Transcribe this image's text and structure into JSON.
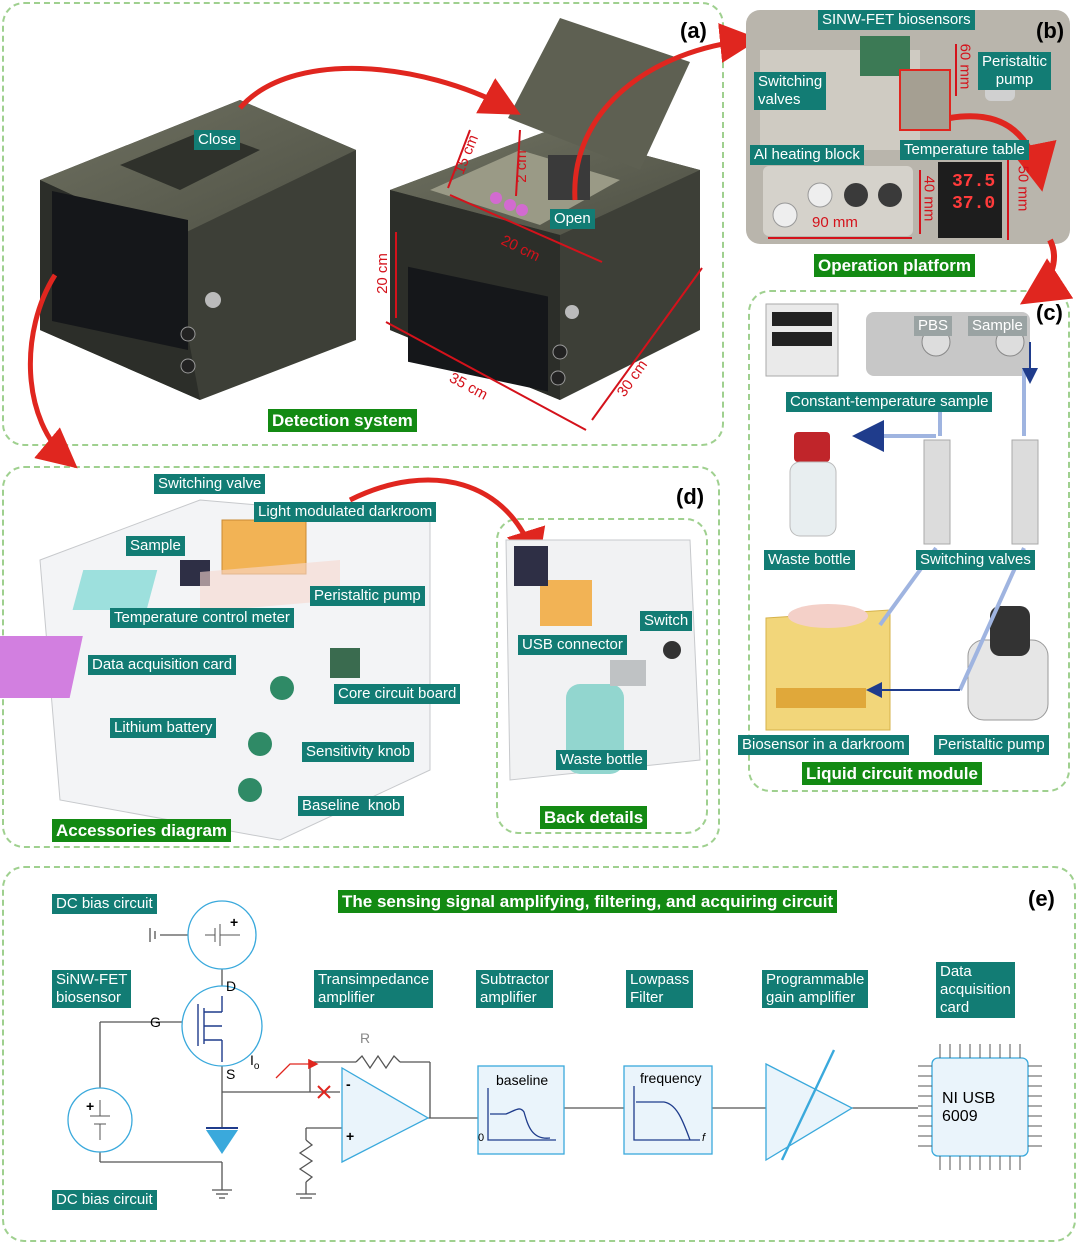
{
  "panels": {
    "a": {
      "tag": "(a)",
      "title": "Detection system",
      "close": "Close",
      "open": "Open",
      "dims": [
        "15 cm",
        "2 cm",
        "20 cm",
        "20 cm",
        "35 cm",
        "30 cm"
      ]
    },
    "b": {
      "tag": "(b)",
      "title": "Operation platform",
      "labels": [
        "SINW-FET biosensors",
        "Peristaltic pump",
        "Switching valves",
        "Al heating block",
        "Temperature table"
      ],
      "dims": [
        "60 mm",
        "40 mm",
        "90 mm",
        "50 mm"
      ],
      "display": [
        "37.5",
        "37.0"
      ]
    },
    "c": {
      "tag": "(c)",
      "title": "Liquid circuit module",
      "labels": [
        "PBS",
        "Sample",
        "Constant-temperature sample",
        "Waste bottle",
        "Switching valves",
        "Biosensor in a darkroom",
        "Peristaltic pump"
      ]
    },
    "d": {
      "tag": "(d)",
      "title": "Accessories diagram",
      "labels": [
        "Switching valve",
        "Light modulated darkroom",
        "Sample",
        "Peristaltic pump",
        "Temperature control meter",
        "Data acquisition card",
        "Core circuit board",
        "Lithium battery",
        "Sensitivity knob",
        "Baseline  knob"
      ],
      "back_title": "Back details",
      "back_labels": [
        "Switch",
        "USB connector",
        "Waste bottle"
      ]
    },
    "e": {
      "tag": "(e)",
      "title": "The sensing signal amplifying, filtering, and acquiring circuit",
      "labels": {
        "dc_top": "DC bias circuit",
        "sinw": "SiNW-FET\nbiosensor",
        "tia": "Transimpedance\namplifier",
        "sub": "Subtractor\namplifier",
        "lp": "Lowpass\nFilter",
        "pga": "Programmable\ngain amplifier",
        "daq": "Data\nacquisition\ncard",
        "dc_bottom": "DC bias circuit"
      },
      "pins": {
        "g": "G",
        "d": "D",
        "s": "S",
        "io": "I",
        "io_sub": "o",
        "r": "R",
        "minus": "-",
        "plus": "+",
        "zero": "0",
        "f": "f"
      },
      "plots": {
        "baseline": "baseline",
        "frequency": "frequency"
      },
      "chip": "NI USB\n6009"
    }
  },
  "colors": {
    "label_bg": "#127c74",
    "title_bg": "#138a13",
    "dim_red": "#d4121b",
    "panel_border": "#9fd08f",
    "arrow_red": "#e0261f",
    "circuit_blue": "#3aa9dc"
  }
}
